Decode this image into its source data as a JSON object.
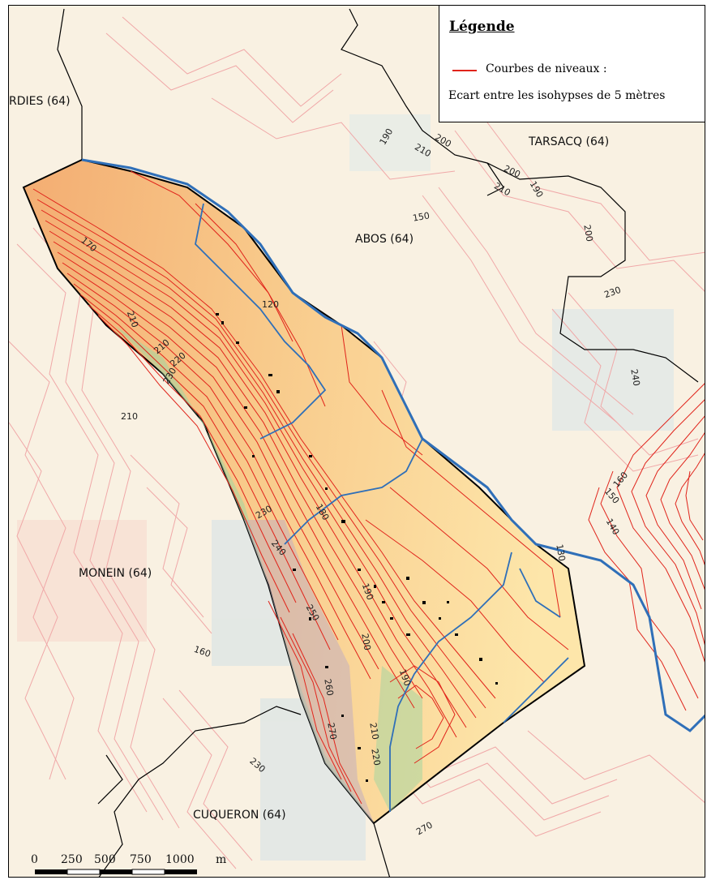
{
  "legend": {
    "title": "Légende",
    "item_label": "Courbes de niveaux :",
    "note": "Ecart entre les isohypses de 5 mètres",
    "line_color": "#e0241b"
  },
  "places": {
    "lescurdies": "RDIES (64)",
    "tarsacq": "TARSACQ (64)",
    "abos": "ABOS (64)",
    "monein": "MONEIN (64)",
    "cuqueron": "CUQUERON (64)"
  },
  "contour_labels": [
    "190",
    "200",
    "210",
    "200",
    "210",
    "190",
    "150",
    "200",
    "120",
    "230",
    "170",
    "210",
    "210",
    "220",
    "230",
    "210",
    "240",
    "160",
    "150",
    "140",
    "130",
    "230",
    "180",
    "240",
    "190",
    "250",
    "200",
    "160",
    "260",
    "190",
    "270",
    "210",
    "220",
    "230",
    "270"
  ],
  "scalebar": {
    "ticks": [
      "0",
      "250",
      "500",
      "750",
      "1000"
    ],
    "unit": "m"
  },
  "colors": {
    "background": "#f9f1e2",
    "zone_fill": "#fbe0a4",
    "zone_high": "#f3b27a",
    "river": "#2f6fb8",
    "boundary": "#000000",
    "bg_contour": "#f0a8a8"
  }
}
